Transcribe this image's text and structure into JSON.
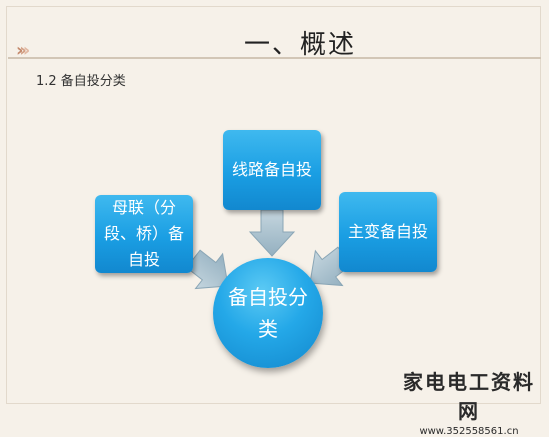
{
  "title": "一、概述",
  "subtitle": "1.2  备自投分类",
  "diagram": {
    "top_box": "线路备自投",
    "left_box": "母联（分段、桥）备自投",
    "right_box": "主变备自投",
    "center": "备自投分类"
  },
  "watermark": {
    "main": "家电电工资料网",
    "url": "www.352558561.cn"
  },
  "colors": {
    "node_blue": "#1a9ee3",
    "arrow_gray": "#a9c1ce",
    "background": "#f6f1e9"
  }
}
